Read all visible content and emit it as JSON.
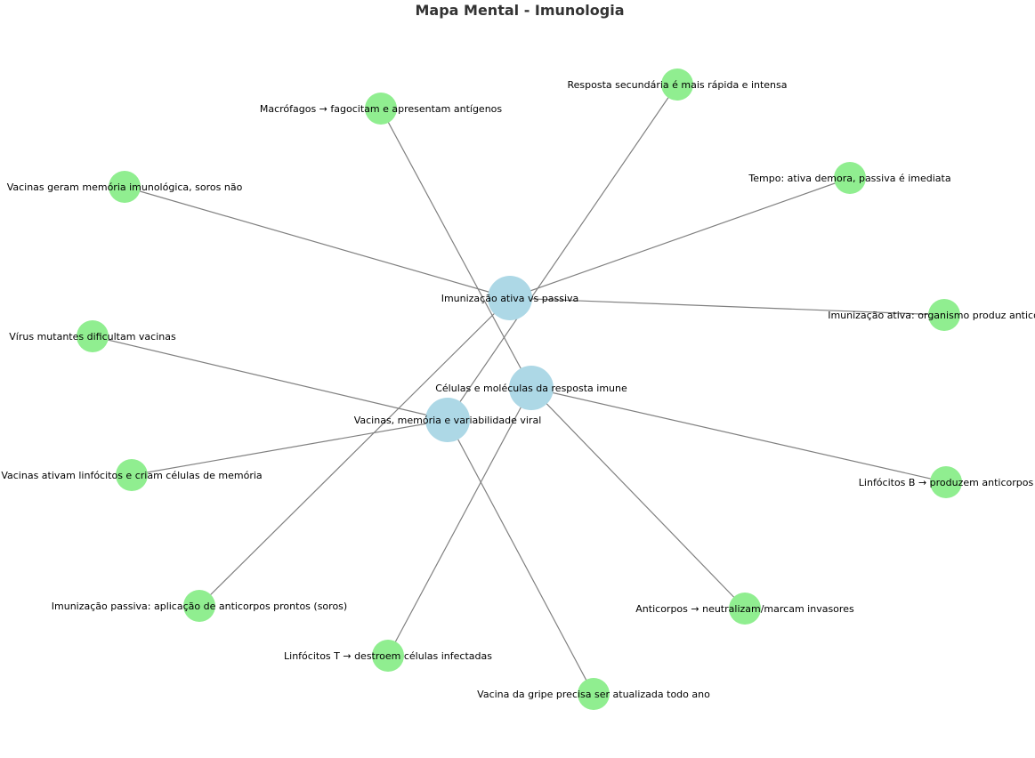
{
  "title": "Mapa Mental - Imunologia",
  "colors": {
    "hub_node": "#add8e6",
    "leaf_node": "#90ee90",
    "edge": "#808080",
    "title": "#333333",
    "label": "#000000"
  },
  "hubs": [
    {
      "id": "h1",
      "label": "Imunização ativa vs passiva"
    },
    {
      "id": "h2",
      "label": "Células e moléculas da resposta imune"
    },
    {
      "id": "h3",
      "label": "Vacinas, memória e variabilidade viral"
    }
  ],
  "leaves": [
    {
      "id": "l1",
      "label": "Resposta secundária é mais rápida e intensa",
      "hub": "h3"
    },
    {
      "id": "l2",
      "label": "Macrófagos → fagocitam e apresentam antígenos",
      "hub": "h2"
    },
    {
      "id": "l3",
      "label": "Tempo: ativa demora, passiva é imediata",
      "hub": "h1"
    },
    {
      "id": "l4",
      "label": "Vacinas geram memória imunológica, soros não",
      "hub": "h1"
    },
    {
      "id": "l5",
      "label": "Imunização ativa: organismo produz anticorpos",
      "hub": "h1"
    },
    {
      "id": "l6",
      "label": "Vírus mutantes dificultam vacinas",
      "hub": "h3"
    },
    {
      "id": "l7",
      "label": "Linfócitos B → produzem anticorpos",
      "hub": "h2"
    },
    {
      "id": "l8",
      "label": "Vacinas ativam linfócitos e criam células de memória",
      "hub": "h3"
    },
    {
      "id": "l9",
      "label": "Imunização passiva: aplicação de anticorpos prontos (soros)",
      "hub": "h1"
    },
    {
      "id": "l10",
      "label": "Anticorpos → neutralizam/marcam invasores",
      "hub": "h2"
    },
    {
      "id": "l11",
      "label": "Linfócitos T → destroem células infectadas",
      "hub": "h2"
    },
    {
      "id": "l12",
      "label": "Vacina da gripe precisa ser atualizada todo ano",
      "hub": "h3"
    }
  ]
}
